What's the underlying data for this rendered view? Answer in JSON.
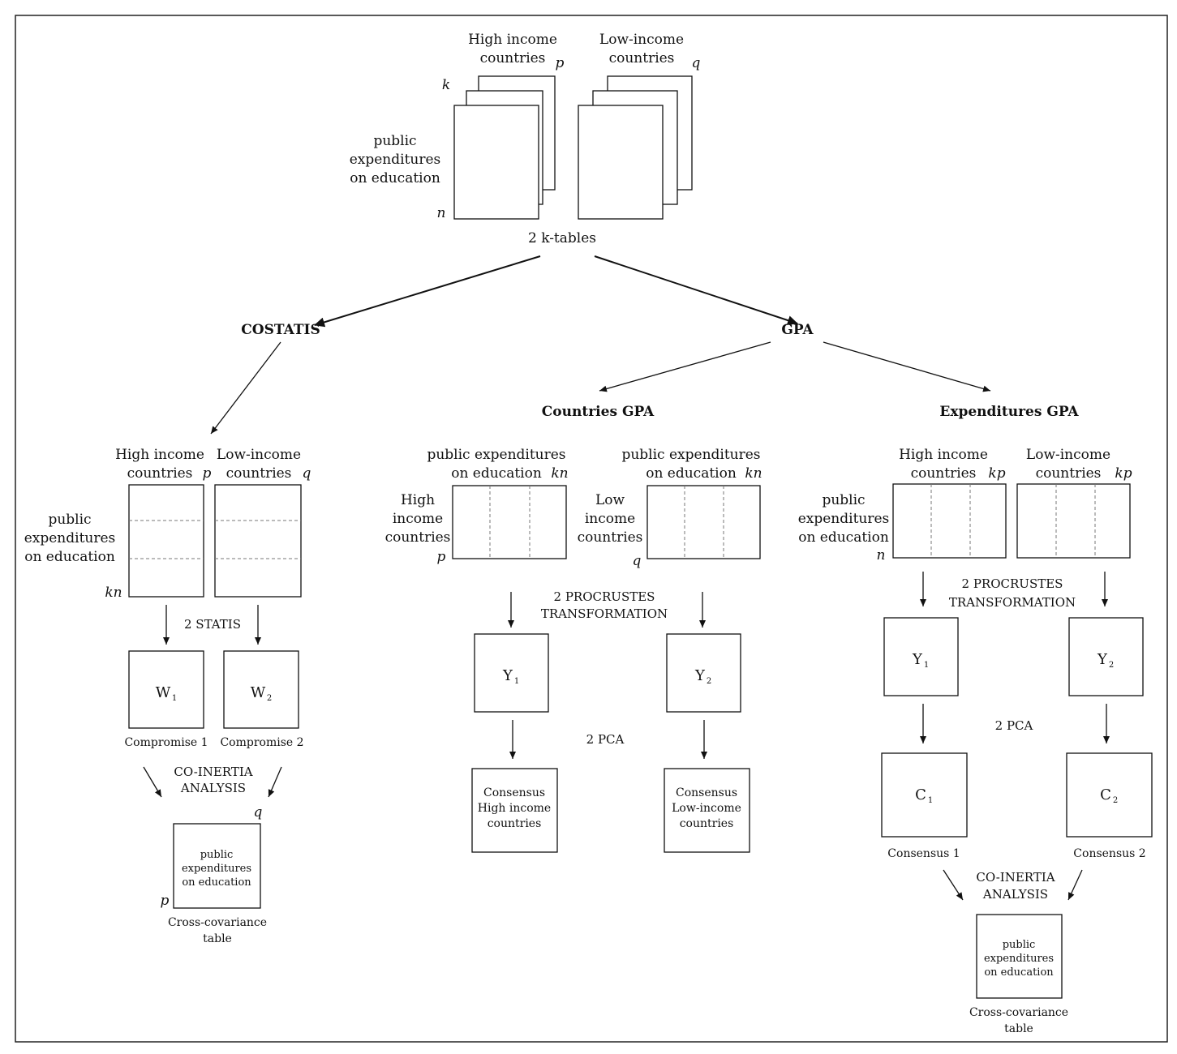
{
  "top": {
    "high_label": [
      "High income",
      "countries"
    ],
    "low_label": [
      "Low-income",
      "countries"
    ],
    "p": "p",
    "q": "q",
    "k": "k",
    "n": "n",
    "row_label": [
      "public",
      "expenditures",
      "on education"
    ],
    "ktables": "2 k-tables"
  },
  "methods": {
    "costatis": "COSTATIS",
    "gpa": "GPA",
    "countries_gpa": "Countries GPA",
    "expenditures_gpa": "Expenditures GPA"
  },
  "costatis": {
    "high_label": [
      "High income",
      "countries"
    ],
    "low_label": [
      "Low-income",
      "countries"
    ],
    "p": "p",
    "q": "q",
    "kn": "kn",
    "row_label": [
      "public",
      "expenditures",
      "on education"
    ],
    "statis": "2 STATIS",
    "w1": "W",
    "w1_sub": "1",
    "w2": "W",
    "w2_sub": "2",
    "comp1": "Compromise 1",
    "comp2": "Compromise 2",
    "coinertia": [
      "CO-INERTIA",
      "ANALYSIS"
    ],
    "q2": "q",
    "p2": "p",
    "cross_box": [
      "public",
      "expenditures",
      "on education"
    ],
    "cross_caption": [
      "Cross-covariance",
      "table"
    ]
  },
  "countries_gpa": {
    "col_label_1": [
      "public expenditures",
      "on education"
    ],
    "col_label_2": [
      "public expenditures",
      "on education"
    ],
    "kn1": "kn",
    "kn2": "kn",
    "high_label": [
      "High",
      "income",
      "countries"
    ],
    "low_label": [
      "Low",
      "income",
      "countries"
    ],
    "p": "p",
    "q": "q",
    "procrustes": [
      "2 PROCRUSTES",
      "TRANSFORMATION"
    ],
    "y1": "Y",
    "y1_sub": "1",
    "y2": "Y",
    "y2_sub": "2",
    "pca": "2 PCA",
    "cons1": [
      "Consensus",
      "High income",
      "countries"
    ],
    "cons2": [
      "Consensus",
      "Low-income",
      "countries"
    ]
  },
  "expenditures_gpa": {
    "high_label": [
      "High income",
      "countries"
    ],
    "low_label": [
      "Low-income",
      "countries"
    ],
    "kp1": "kp",
    "kp2": "kp",
    "row_label": [
      "public",
      "expenditures",
      "on education"
    ],
    "n": "n",
    "procrustes": [
      "2 PROCRUSTES",
      "TRANSFORMATION"
    ],
    "y1": "Y",
    "y1_sub": "1",
    "y2": "Y",
    "y2_sub": "2",
    "pca": "2 PCA",
    "c1": "C",
    "c1_sub": "1",
    "c2": "C",
    "c2_sub": "2",
    "cons1": "Consensus 1",
    "cons2": "Consensus 2",
    "coinertia": [
      "CO-INERTIA",
      "ANALYSIS"
    ],
    "cross_box": [
      "public",
      "expenditures",
      "on education"
    ],
    "cross_caption": [
      "Cross-covariance",
      "table"
    ]
  }
}
